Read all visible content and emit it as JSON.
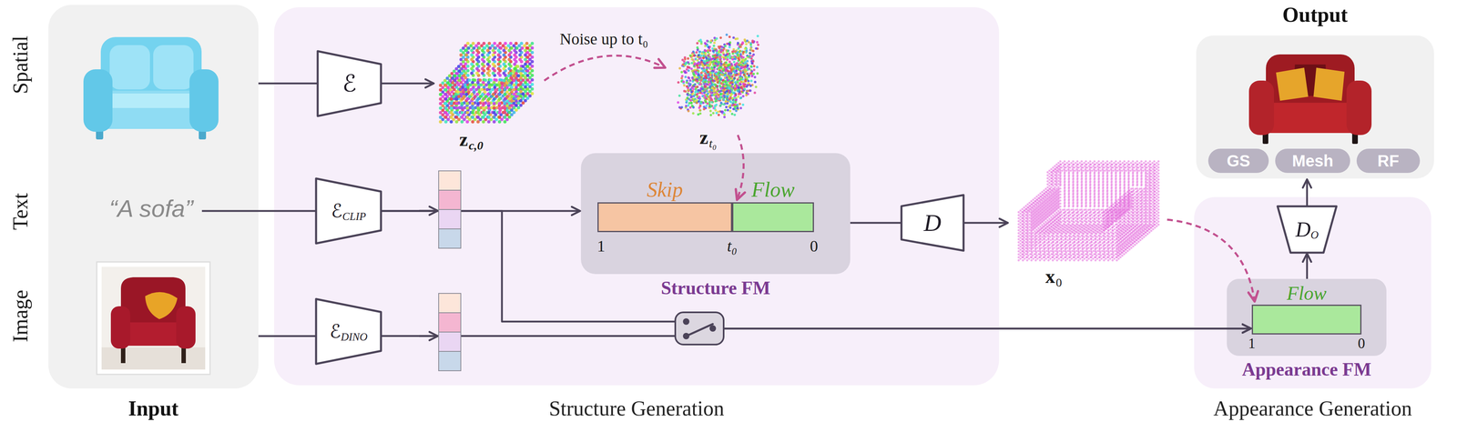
{
  "diagram": {
    "nodes": [
      {
        "text": [
          "Input"
        ]
      },
      {
        "text": [
          "“A sofa”"
        ],
        "in": 0
      },
      {
        "text": [
          "Structure Generation"
        ]
      },
      {
        "text": [
          "ℰ"
        ],
        "in": 2
      },
      {
        "text": [
          "ℰ",
          "CLIP"
        ],
        "in": 2
      },
      {
        "text": [
          "ℰ",
          "DINO"
        ],
        "in": 2
      },
      {
        "text": [
          "Structure FM"
        ],
        "in": 2
      },
      {
        "text": [
          "Skip"
        ],
        "in": 6
      },
      {
        "text": [
          "Flow"
        ],
        "in": 6
      },
      {
        "text": [
          "D"
        ],
        "in": 2
      },
      {
        "text": [
          "Appearance Generation"
        ]
      },
      {
        "text": [
          "Appearance FM"
        ],
        "in": 10
      },
      {
        "text": [
          "Flow"
        ],
        "in": 11
      },
      {
        "text": [
          "D",
          "O"
        ],
        "in": 10
      },
      {
        "text": [
          "Output"
        ]
      },
      {
        "text": [
          "GS"
        ],
        "in": 14
      },
      {
        "text": [
          "Mesh"
        ],
        "in": 14
      },
      {
        "text": [
          "RF"
        ],
        "in": 14
      }
    ],
    "edges": [
      {
        "from": 1,
        "to": 4,
        "arrow": "none"
      },
      {
        "from": 4,
        "to": 6,
        "arrow": "to"
      },
      {
        "from": 4,
        "to": 12,
        "arrow": "to"
      },
      {
        "from": 5,
        "to": 12,
        "arrow": "to"
      },
      {
        "from": 6,
        "to": 9,
        "arrow": "none"
      },
      {
        "from": 11,
        "to": 13,
        "arrow": "to"
      },
      {
        "from": 13,
        "to": 14,
        "arrow": "to"
      }
    ],
    "labels": [
      "Spatial",
      "Text",
      "Image",
      "z",
      "c,0",
      "Noise up to t₀",
      "z",
      "t₀",
      "1",
      "t₀",
      "0",
      "x",
      "0",
      "1",
      "0"
    ]
  }
}
